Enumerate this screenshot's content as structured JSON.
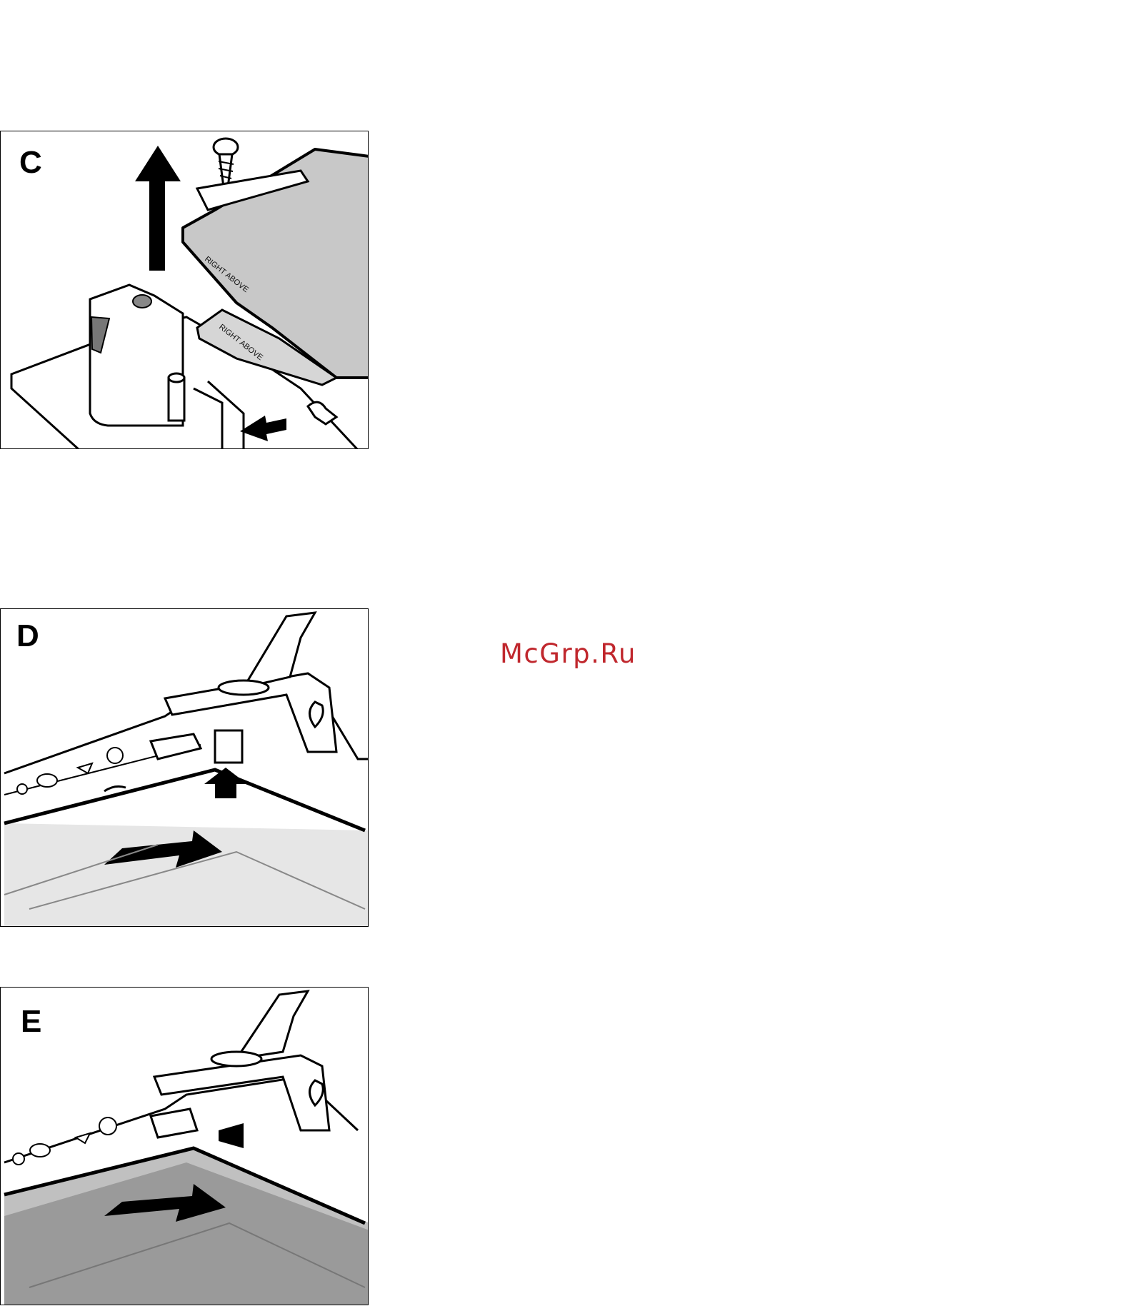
{
  "figures": [
    {
      "letter": "C",
      "panel_labels": [
        "RIGHT ABOVE",
        "RIGHT ABOVE"
      ]
    },
    {
      "letter": "D"
    },
    {
      "letter": "E"
    }
  ],
  "watermark": "McGrp.Ru",
  "colors": {
    "line": "#000000",
    "panel_gray": "#c8c8c8",
    "light_gray": "#e6e6e6",
    "dark_gray": "#9a9a9a",
    "watermark": "#c0272d"
  }
}
